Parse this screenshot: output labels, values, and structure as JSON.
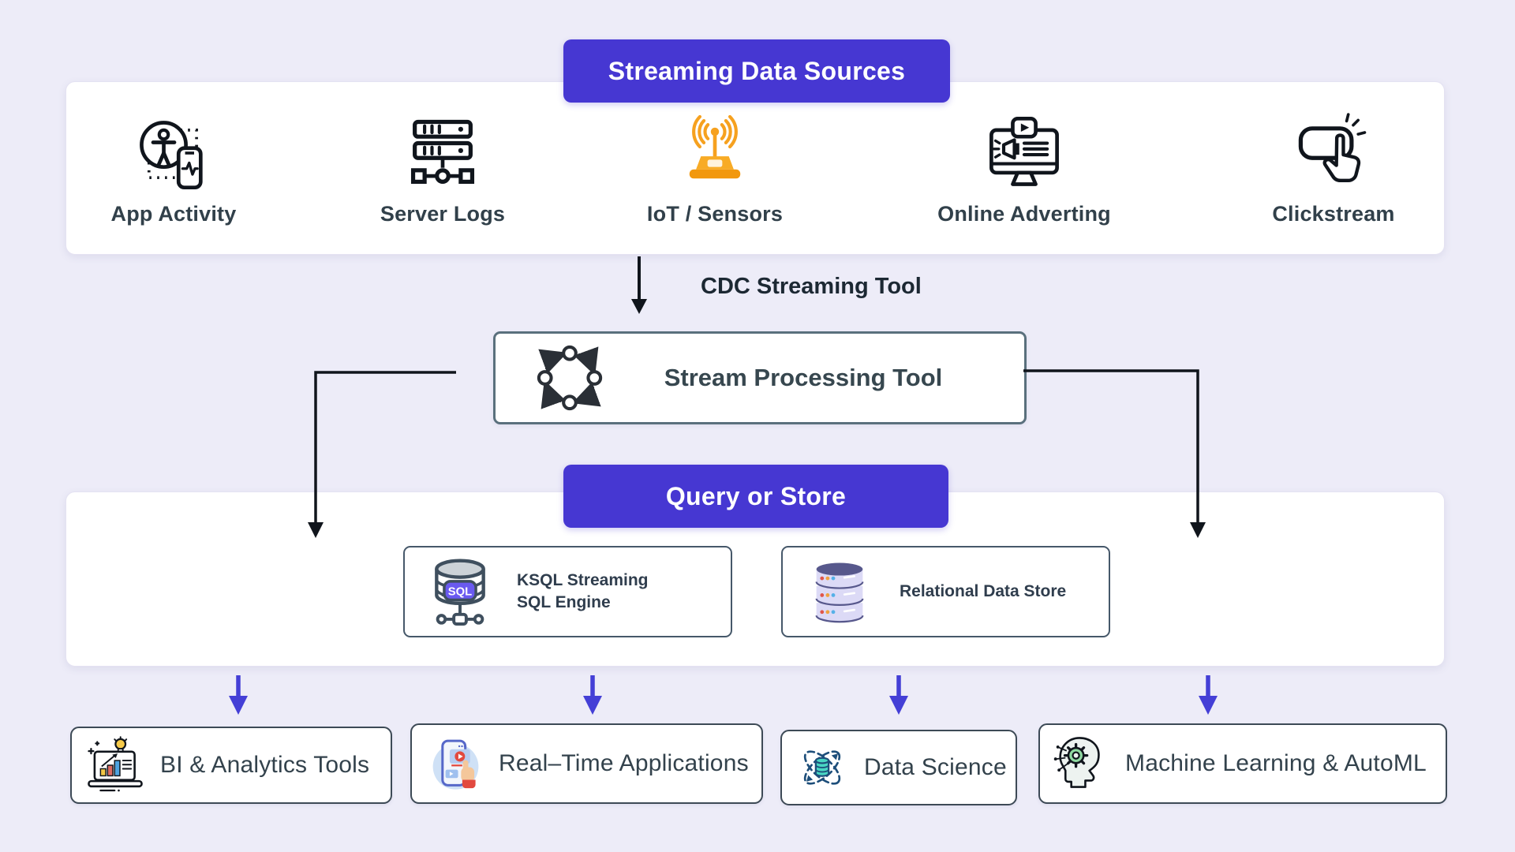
{
  "colors": {
    "background": "#edecf8",
    "accent_purple": "#4637d2",
    "arrow_black": "#10151c",
    "arrow_indigo": "#443fd6",
    "text_dark": "#31404a",
    "iot_orange": "#f6a11f"
  },
  "sources_section": {
    "header": "Streaming Data Sources",
    "items": [
      {
        "label": "App Activity",
        "icon": "app-activity-icon"
      },
      {
        "label": "Server Logs",
        "icon": "server-logs-icon"
      },
      {
        "label": "IoT / Sensors",
        "icon": "iot-sensors-icon"
      },
      {
        "label": "Online Adverting",
        "icon": "online-advertising-icon"
      },
      {
        "label": "Clickstream",
        "icon": "clickstream-icon"
      }
    ]
  },
  "cdc": {
    "label": "CDC Streaming Tool"
  },
  "stream_processing": {
    "label": "Stream Processing Tool",
    "icon": "cycle-arrows-icon"
  },
  "query_store_section": {
    "header": "Query or Store",
    "items": [
      {
        "label": "KSQL Streaming SQL Engine",
        "icon": "sql-database-icon"
      },
      {
        "label": "Relational Data Store",
        "icon": "stacked-database-icon"
      }
    ]
  },
  "outputs": [
    {
      "label": "BI & Analytics Tools",
      "icon": "bi-analytics-icon"
    },
    {
      "label": "Real–Time Applications",
      "icon": "realtime-apps-icon"
    },
    {
      "label": "Data Science",
      "icon": "data-science-icon"
    },
    {
      "label": "Machine Learning & AutoML",
      "icon": "ml-automl-icon"
    }
  ]
}
